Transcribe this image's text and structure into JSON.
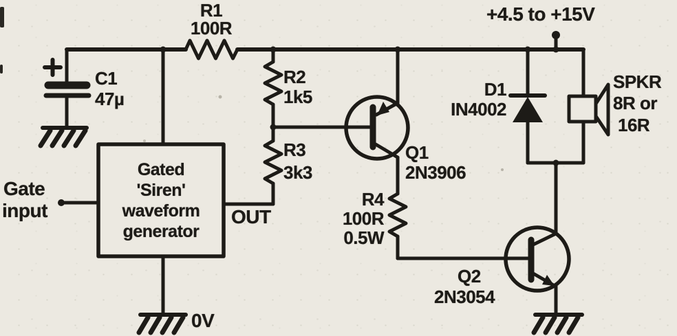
{
  "supply": {
    "label": "+4.5 to +15V"
  },
  "components": {
    "c1": {
      "ref": "C1",
      "value": "47µ",
      "polarity": "+"
    },
    "r1": {
      "ref": "R1",
      "value": "100R"
    },
    "r2": {
      "ref": "R2",
      "value": "1k5"
    },
    "r3": {
      "ref": "R3",
      "value": "3k3"
    },
    "r4": {
      "ref": "R4",
      "value": "100R",
      "rating": "0.5W"
    },
    "q1": {
      "ref": "Q1",
      "value": "2N3906"
    },
    "q2": {
      "ref": "Q2",
      "value": "2N3054"
    },
    "d1": {
      "ref": "D1",
      "value": "IN4002"
    },
    "spkr": {
      "ref": "SPKR",
      "value_line1": "8R or",
      "value_line2": "16R"
    }
  },
  "generator_box": {
    "line1": "Gated",
    "line2": "'Siren'",
    "line3": "waveform",
    "line4": "generator"
  },
  "ports": {
    "gate_line1": "Gate",
    "gate_line2": "input",
    "out": "OUT",
    "ground": "0V"
  },
  "colors": {
    "ink": "#1d1b17",
    "paper": "#ece9e1"
  }
}
